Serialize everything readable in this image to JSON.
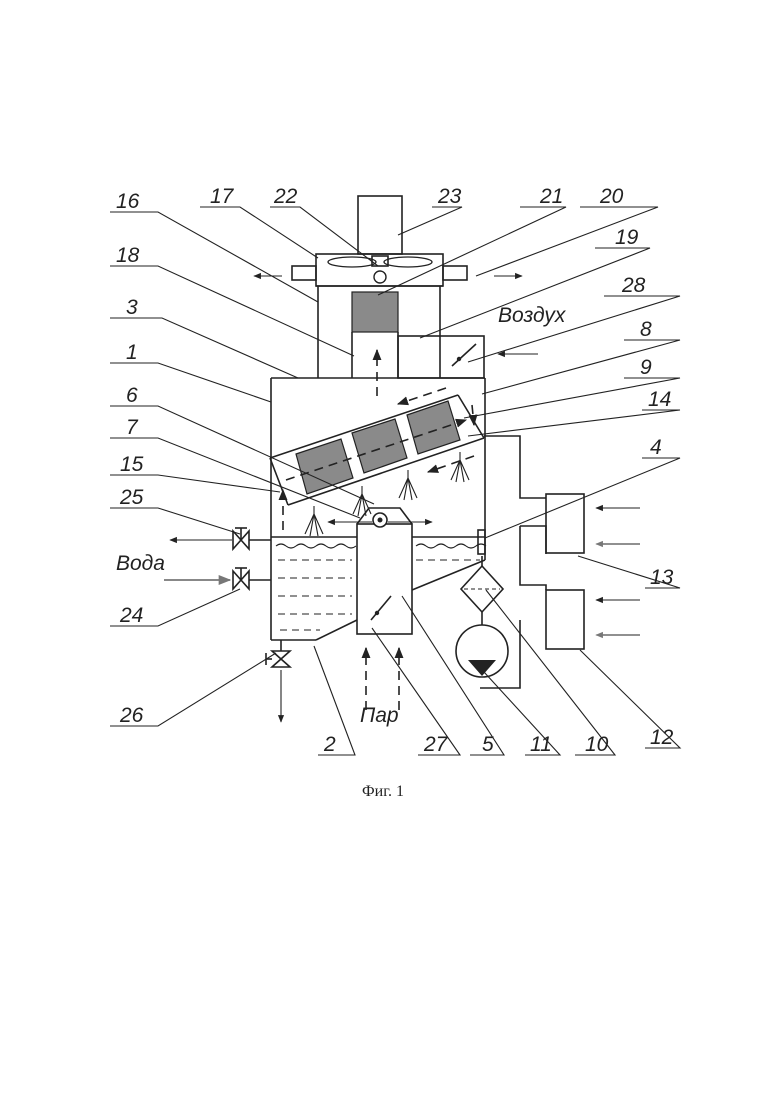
{
  "labels": {
    "n1": "1",
    "n2": "2",
    "n3": "3",
    "n4": "4",
    "n5": "5",
    "n6": "6",
    "n7": "7",
    "n8": "8",
    "n9": "9",
    "n10": "10",
    "n11": "11",
    "n12": "12",
    "n13": "13",
    "n14": "14",
    "n15": "15",
    "n16": "16",
    "n17": "17",
    "n18": "18",
    "n19": "19",
    "n20": "20",
    "n21": "21",
    "n22": "22",
    "n23": "23",
    "n24": "24",
    "n25": "25",
    "n26": "26",
    "n27": "27",
    "n28": "28"
  },
  "words": {
    "air": "Воздух",
    "water": "Вода",
    "steam": "Пар"
  },
  "caption": "Фиг. 1"
}
